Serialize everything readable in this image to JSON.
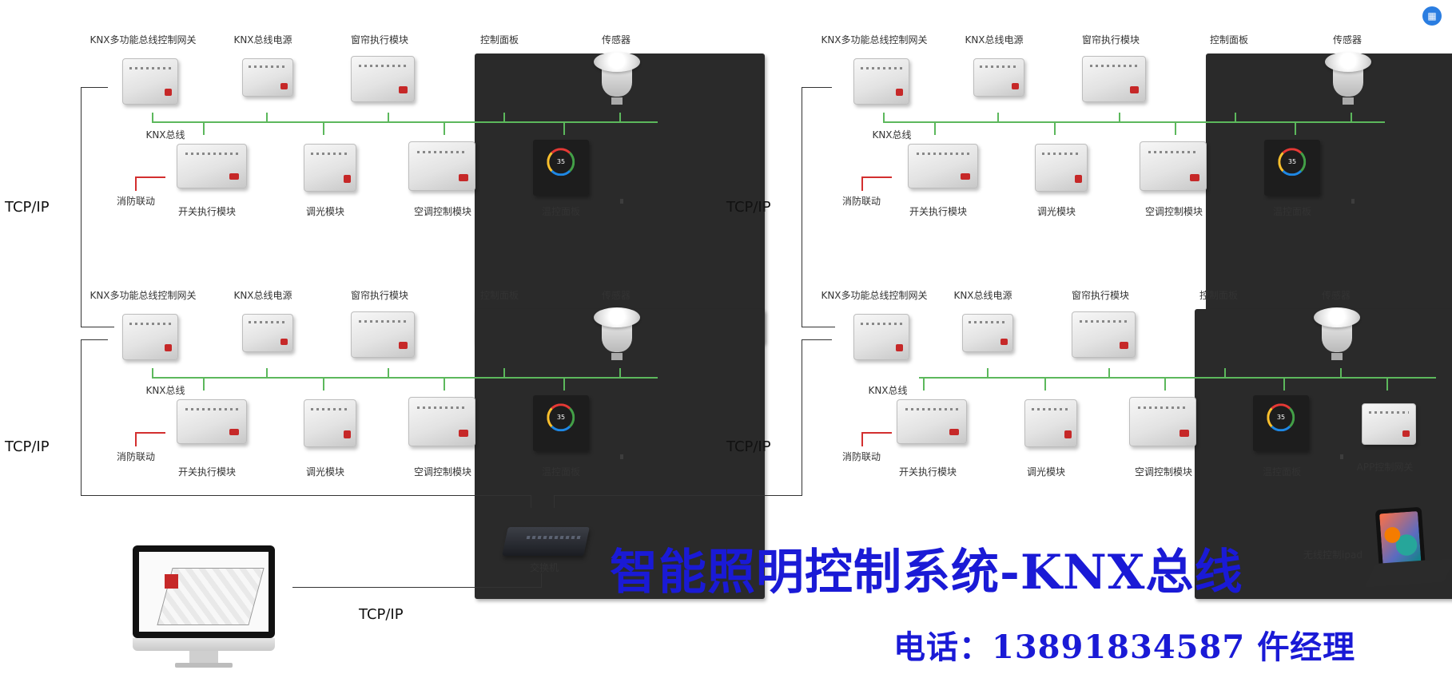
{
  "groups": [
    {
      "top": [
        "KNX多功能总线控制网关",
        "KNX总线电源",
        "窗帘执行模块",
        "控制面板",
        "传感器"
      ],
      "bus": "KNX总线",
      "fire": "消防联动",
      "bottom": [
        "开关执行模块",
        "调光模块",
        "空调控制模块",
        "温控面板"
      ]
    },
    {
      "top": [
        "KNX多功能总线控制网关",
        "KNX总线电源",
        "窗帘执行模块",
        "控制面板",
        "传感器"
      ],
      "bus": "KNX总线",
      "fire": "消防联动",
      "bottom": [
        "开关执行模块",
        "调光模块",
        "空调控制模块",
        "温控面板"
      ]
    },
    {
      "top": [
        "KNX多功能总线控制网关",
        "KNX总线电源",
        "窗帘执行模块",
        "控制面板",
        "传感器"
      ],
      "bus": "KNX总线",
      "fire": "消防联动",
      "bottom": [
        "开关执行模块",
        "调光模块",
        "空调控制模块",
        "温控面板"
      ]
    },
    {
      "top": [
        "KNX多功能总线控制网关",
        "KNX总线电源",
        "窗帘执行模块",
        "控制面板",
        "传感器"
      ],
      "bus": "KNX总线",
      "fire": "消防联动",
      "bottom": [
        "开关执行模块",
        "调光模块",
        "空调控制模块",
        "温控面板",
        "APP控制网关"
      ]
    }
  ],
  "tcp": [
    "TCP/IP",
    "TCP/IP",
    "TCP/IP",
    "TCP/IP",
    "TCP/IP"
  ],
  "thermo_value": "35",
  "switch_label": "交换机",
  "ipad_label": "无线控制ipad",
  "title": "智能照明控制系统-KNX总线",
  "contact": "电话：13891834587 仵经理",
  "colors": {
    "bus": "#5cb85c",
    "title": "#1a1ad6",
    "fire": "#d32f2f"
  },
  "icons": [
    "corner-app-icon",
    "imac-icon",
    "ipad-icon",
    "network-switch-icon"
  ]
}
